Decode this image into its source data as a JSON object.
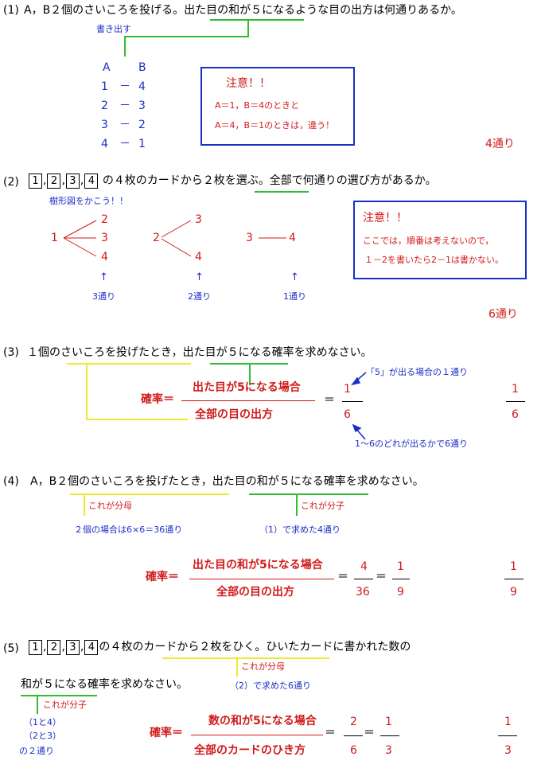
{
  "q1": {
    "label": "(1)",
    "text_a": "A，B２個のさいころを投げる。",
    "text_b": "出た目の和が５になるような目の出方",
    "text_c": "は何通りあるか。",
    "note_kakidasu": "書き出す",
    "col_a": "A",
    "col_b": "B",
    "rows": [
      {
        "a": "1",
        "dash": "－",
        "b": "4"
      },
      {
        "a": "2",
        "dash": "－",
        "b": "3"
      },
      {
        "a": "3",
        "dash": "－",
        "b": "2"
      },
      {
        "a": "4",
        "dash": "－",
        "b": "1"
      }
    ],
    "caution_title": "注意！！",
    "caution_line1": "A＝1，B＝4のときと",
    "caution_line2": "A＝4，B＝1のときは，違う！",
    "answer": "4通り"
  },
  "q2": {
    "label": "(2)",
    "cards": [
      "1",
      "2",
      "3",
      "4"
    ],
    "text_a": "の４枚のカードから",
    "text_b": "２枚を選ぶ",
    "text_c": "。全部で何通りの選び方があるか。",
    "tree_note": "樹形図をかこう！！",
    "tree1_root": "1",
    "tree1_leaves": [
      "2",
      "3",
      "4"
    ],
    "tree2_root": "2",
    "tree2_leaves": [
      "3",
      "4"
    ],
    "tree3_root": "3",
    "tree3_leaf": "4",
    "arrow": "↑",
    "count1": "3通り",
    "count2": "2通り",
    "count3": "1通り",
    "caution_title": "注意！！",
    "caution_line1": "ここでは，順番は考えないので，",
    "caution_line2": "１－2を書いたら2－1は書かない。",
    "answer": "6通り"
  },
  "q3": {
    "label": "(3)",
    "text_a": "１個のさいころを投げたとき，",
    "text_b": "出た目が５になる確率",
    "text_c": "を求めなさい。",
    "prob_label": "確率＝",
    "numerator_label": "出た目が5になる場合",
    "denominator_label": "全部の目の出方",
    "equals": "＝",
    "num": "1",
    "den": "6",
    "note_top": "「5」が出る場合の１通り",
    "note_bottom": "1～6のどれが出るかで6通り",
    "ans_num": "1",
    "ans_den": "6"
  },
  "q4": {
    "label": "(4)",
    "text_a": "A，B２個のさいころを投げたとき，",
    "text_b": "出た目の和が５になる確率",
    "text_c": "を求めなさい。",
    "note_den": "これが分母",
    "note_num": "これが分子",
    "note_den_detail": "２個の場合は6×6＝36通り",
    "note_num_detail": "（1）で求めた4通り",
    "prob_label": "確率＝",
    "numerator_label": "出た目の和が5になる場合",
    "denominator_label": "全部の目の出方",
    "equals": "＝",
    "num1": "4",
    "den1": "36",
    "num2": "1",
    "den2": "9",
    "ans_num": "1",
    "ans_den": "9"
  },
  "q5": {
    "label": "(5)",
    "cards": [
      "1",
      "2",
      "3",
      "4"
    ],
    "text_a": "の４枚のカードから２枚をひく。ひいたカードに書かれた数の",
    "text_b": "和が５になる確率を求めなさい。",
    "note_den": "これが分母",
    "note_den_detail": "（2）で求めた6通り",
    "note_num": "これが分子",
    "num_detail1": "（1と4）",
    "num_detail2": "（2と3）",
    "num_detail3": "の２通り",
    "prob_label": "確率＝",
    "numerator_label": "数の和が5になる場合",
    "denominator_label": "全部のカードのひき方",
    "equals": "＝",
    "num1": "2",
    "den1": "6",
    "num2": "1",
    "den2": "3",
    "ans_num": "1",
    "ans_den": "3"
  }
}
